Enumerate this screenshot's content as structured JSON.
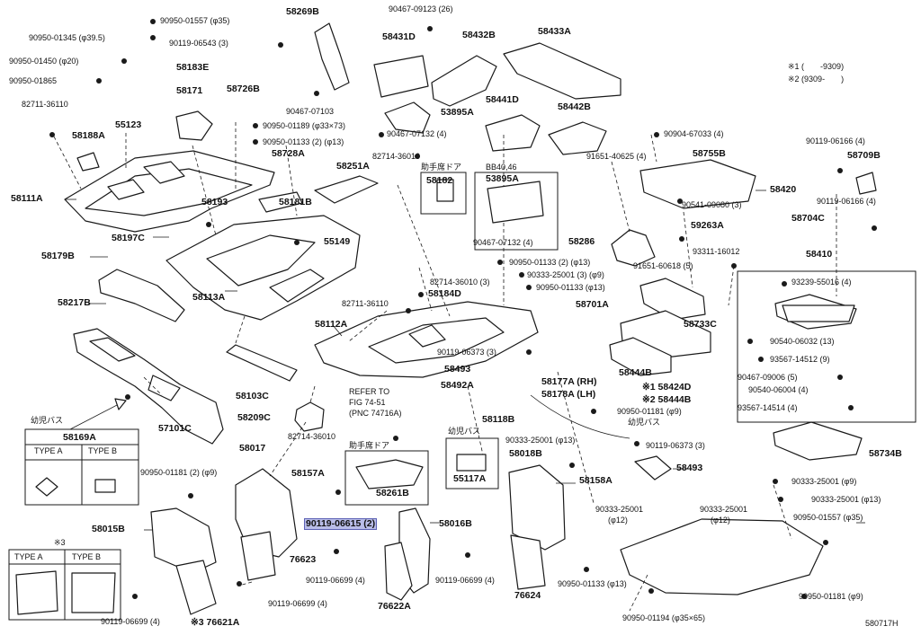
{
  "notes": {
    "n1": "※1 (　　-9309)",
    "n2": "※2 (9309-　　)",
    "ref_a": "REFER TO",
    "ref_b": "FIG 74-51",
    "ref_c": "(PNC 74716A)",
    "footer": "580717H",
    "kids_bus_1": "幼児バス",
    "kids_bus_2": "幼児バス",
    "kids_bus_3": "幼児バス",
    "passenger_door_1": "助手席ドア",
    "passenger_door_2": "助手席ドア",
    "bb": "BB40,46",
    "type_a": "TYPE A",
    "type_b": "TYPE B",
    "note3": "※3"
  },
  "labels": {
    "p90950_01557a": "90950-01557 (φ35)",
    "p58269b": "58269B",
    "p90467_09123": "90467-09123 (26)",
    "p90950_01345": "90950-01345 (φ39.5)",
    "p90119_06543": "90119-06543 (3)",
    "p58431d": "58431D",
    "p58432b": "58432B",
    "p58433a": "58433A",
    "p90950_01450": "90950-01450 (φ20)",
    "p58183e": "58183E",
    "p90950_01865": "90950-01865",
    "p58171": "58171",
    "p58726b": "58726B",
    "p82711_36110a": "82711-36110",
    "p90467_07103": "90467-07103",
    "p53895a": "53895A",
    "p58441d": "58441D",
    "p58442b": "58442B",
    "p55123": "55123",
    "p90950_01189": "90950-01189 (φ33×73)",
    "p90467_07132a": "90467-07132 (4)",
    "p90904_67033": "90904-67033 (4)",
    "p90119_06166a": "90119-06166 (4)",
    "p58188a": "58188A",
    "p90950_01133a": "90950-01133 (2) (φ13)",
    "p58728a": "58728A",
    "p82714_36010a": "82714-36010",
    "p91651_40625": "91651-40625 (4)",
    "p58755b": "58755B",
    "p58709b": "58709B",
    "p58251a": "58251A",
    "p58182": "58182",
    "p53895a_box": "53895A",
    "p58111a": "58111A",
    "p58193": "58193",
    "p58181b": "58181B",
    "p58420": "58420",
    "p90119_06166b": "90119-06166 (4)",
    "p90541_09080": "90541-09080 (3)",
    "p58704c": "58704C",
    "p59263a": "59263A",
    "p58197c": "58197C",
    "p55149": "55149",
    "p90467_07132b": "90467-07132 (4)",
    "p58286": "58286",
    "p93311_16012": "93311-16012",
    "p58410": "58410",
    "p58179b": "58179B",
    "p90950_01133b": "90950-01133 (2) (φ13)",
    "p91651_60618": "91651-60618 (5)",
    "p90333_25001a": "90333-25001 (3) (φ9)",
    "p93239_55016": "93239-55016 (4)",
    "p82714_36010b": "82714-36010 (3)",
    "p90950_01133c": "90950-01133 (φ13)",
    "p58217b": "58217B",
    "p58113a": "58113A",
    "p58184d": "58184D",
    "p82711_36110b": "82711-36110",
    "p58701a": "58701A",
    "p58733c": "58733C",
    "p90540_06032": "90540-06032 (13)",
    "p58112a": "58112A",
    "p93567_14512": "93567-14512 (9)",
    "p90119_06373a": "90119-06373 (3)",
    "p58444b": "58444B",
    "p90467_09006": "90467-09006 (5)",
    "p58493a": "58493",
    "p58177a": "58177A (RH)",
    "p58424d": "※1 58424D",
    "p90540_06004": "90540-06004 (4)",
    "p58103c": "58103C",
    "p58178a": "58178A (LH)",
    "p58444b2": "※2 58444B",
    "p58492a": "58492A",
    "p93567_14514": "93567-14514 (4)",
    "p58209c": "58209C",
    "p58118b": "58118B",
    "p90950_01181a": "90950-01181 (φ9)",
    "p58169a": "58169A",
    "p57101c": "57101C",
    "p82714_36010c": "82714-36010",
    "p90333_25001b": "90333-25001 (φ13)",
    "p58734b": "58734B",
    "p58017": "58017",
    "p58018b": "58018B",
    "p90119_06373b": "90119-06373 (3)",
    "p58157a": "58157A",
    "p90950_01181b": "90950-01181 (2) (φ9)",
    "p55117a": "55117A",
    "p58158a": "58158A",
    "p58493b": "58493",
    "p58261b": "58261B",
    "p90333_25001c": "90333-25001 (φ9)",
    "p90119_06615": "90119-06615 (2)",
    "p58016b": "58016B",
    "p90333_25001d": "90333-25001",
    "p90333_25001d2": "(φ12)",
    "p90333_25001e": "90333-25001",
    "p90333_25001e2": "(φ12)",
    "p90333_25001f": "90333-25001 (φ13)",
    "p58015b": "58015B",
    "p90950_01557b": "90950-01557 (φ35)",
    "p76623": "76623",
    "p90119_06699a": "90119-06699 (4)",
    "p90119_06699b": "90119-06699 (4)",
    "p90950_01133d": "90950-01133 (φ13)",
    "p76624": "76624",
    "p90119_06699c": "90119-06699 (4)",
    "p76622a": "76622A",
    "p90119_06699d": "90119-06699 (4)",
    "p76621a": "※3 76621A",
    "p90950_01194": "90950-01194 (φ35×65)",
    "p90950_01181c": "90950-01181 (φ9)"
  }
}
